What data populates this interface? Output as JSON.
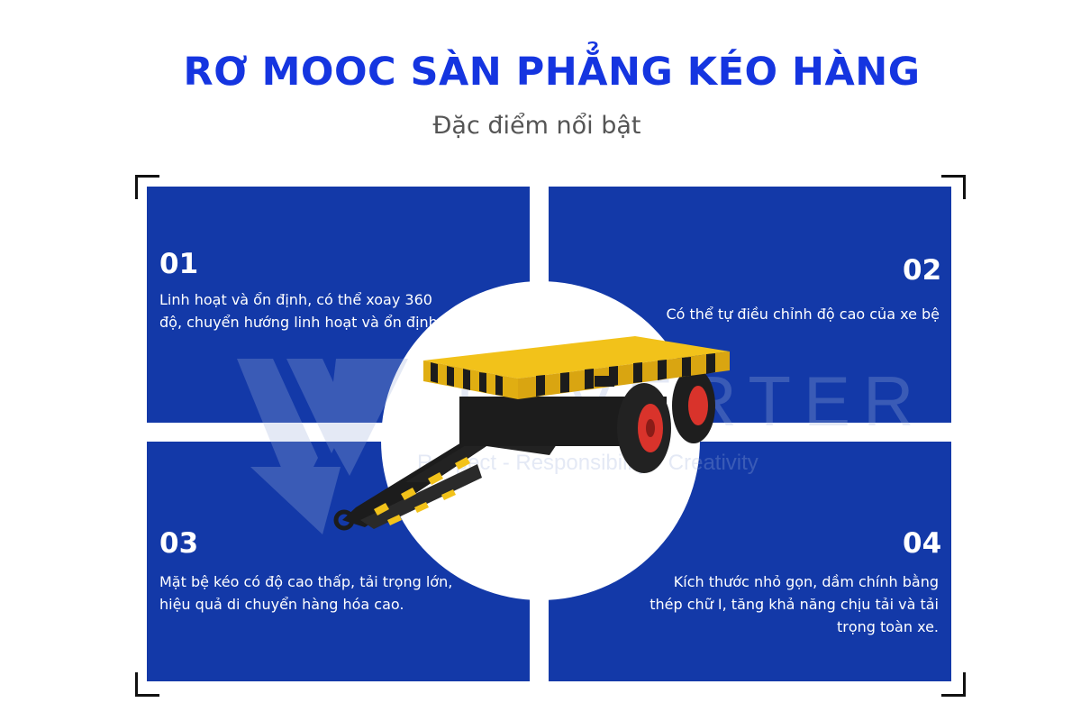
{
  "header": {
    "title": "RƠ MOOC SÀN PHẲNG KÉO HÀNG",
    "subtitle": "Đặc điểm nổi bật"
  },
  "watermark": {
    "brand": "LEVERTER",
    "tagline": "Respect - Responsibility - Creativity"
  },
  "features": [
    {
      "number": "01",
      "text": "Linh hoạt và ổn định, có thể xoay 360 độ, chuyển hướng linh hoạt và ổn định."
    },
    {
      "number": "02",
      "text": "Có thể tự điều chỉnh độ cao của xe bệ"
    },
    {
      "number": "03",
      "text": "Mặt bệ kéo có độ cao thấp, tải trọng lớn, hiệu quả di chuyển hàng hóa cao."
    },
    {
      "number": "04",
      "text": "Kích thước nhỏ gọn, dầm chính bằng thép chữ I, tăng khả năng chịu tải và tải trọng toàn xe."
    }
  ],
  "colors": {
    "title": "#1535e0",
    "panel": "#1339a8",
    "trailer_deck": "#f2c21a",
    "wheel_hub": "#d9332b"
  },
  "icons": {
    "trailer": "flatbed-trailer-image",
    "watermark_logo": "leverter-logo-icon"
  }
}
